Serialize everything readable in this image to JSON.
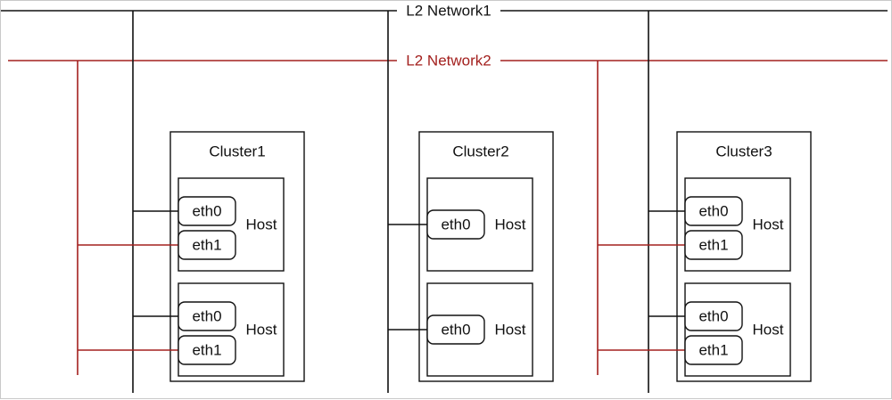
{
  "colors": {
    "network1": "#111111",
    "network2": "#a3201e",
    "box": "#111111",
    "bg": "#ffffff"
  },
  "networks": [
    {
      "id": "net1",
      "label": "L2 Network1"
    },
    {
      "id": "net2",
      "label": "L2 Network2"
    }
  ],
  "clusters": [
    {
      "label": "Cluster1",
      "hosts": [
        {
          "label": "Host",
          "nics": [
            {
              "label": "eth0",
              "network": "net1"
            },
            {
              "label": "eth1",
              "network": "net2"
            }
          ]
        },
        {
          "label": "Host",
          "nics": [
            {
              "label": "eth0",
              "network": "net1"
            },
            {
              "label": "eth1",
              "network": "net2"
            }
          ]
        }
      ]
    },
    {
      "label": "Cluster2",
      "hosts": [
        {
          "label": "Host",
          "nics": [
            {
              "label": "eth0",
              "network": "net1"
            }
          ]
        },
        {
          "label": "Host",
          "nics": [
            {
              "label": "eth0",
              "network": "net1"
            }
          ]
        }
      ]
    },
    {
      "label": "Cluster3",
      "hosts": [
        {
          "label": "Host",
          "nics": [
            {
              "label": "eth0",
              "network": "net1"
            },
            {
              "label": "eth1",
              "network": "net2"
            }
          ]
        },
        {
          "label": "Host",
          "nics": [
            {
              "label": "eth0",
              "network": "net1"
            },
            {
              "label": "eth1",
              "network": "net2"
            }
          ]
        }
      ]
    }
  ]
}
